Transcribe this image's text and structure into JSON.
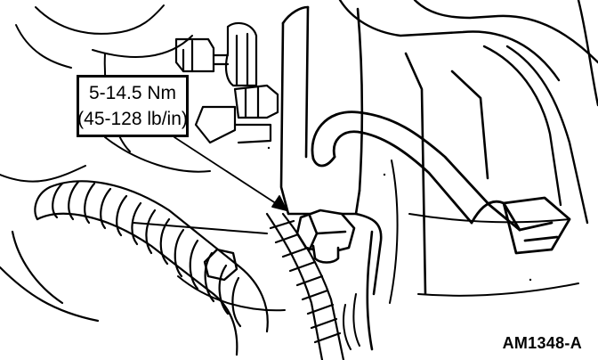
{
  "callout": {
    "torque_nm": "5-14.5 Nm",
    "torque_lbin": "(45-128 lb/in)"
  },
  "figure_id": "AM1348-A"
}
